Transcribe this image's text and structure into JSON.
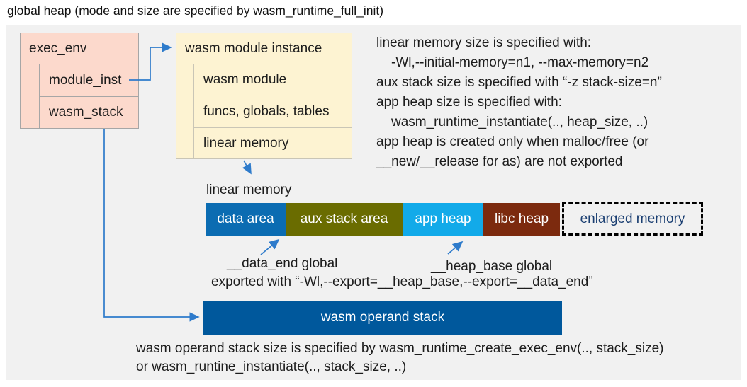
{
  "title": "global heap (mode and size are specified by wasm_runtime_full_init)",
  "exec_env_box": {
    "header": "exec_env",
    "rows": [
      "module_inst",
      "wasm_stack"
    ]
  },
  "module_instance_box": {
    "header": "wasm module instance",
    "rows": [
      "wasm module",
      "funcs, globals, tables",
      "linear memory"
    ]
  },
  "notes": [
    "linear memory size is specified with:",
    "-Wl,--initial-memory=n1, --max-memory=n2",
    "aux stack size is specified with “-z stack-size=n”",
    "app heap size is specified with:",
    "wasm_runtime_instantiate(.., heap_size, ..)",
    "app heap is created only when malloc/free (or",
    "__new/__release for as) are not exported"
  ],
  "linear_memory": {
    "label": "linear memory",
    "segments": [
      {
        "label": "data area",
        "color": "#0b6cb2"
      },
      {
        "label": "aux stack area",
        "color": "#6a6c00"
      },
      {
        "label": "app heap",
        "color": "#12aae9"
      },
      {
        "label": "libc heap",
        "color": "#7c2a0e"
      }
    ],
    "enlarged_label": "enlarged memory"
  },
  "globals": {
    "data_end": "__data_end global",
    "heap_base": "__heap_base global",
    "exported": "exported with “-Wl,--export=__heap_base,--export=__data_end”"
  },
  "operand_stack": {
    "label": "wasm operand stack"
  },
  "footer": {
    "line1": "wasm operand stack size is specified by wasm_runtime_create_exec_env(.., stack_size)",
    "line2": "or wasm_runtine_instantiate(.., stack_size, ..)"
  },
  "colors": {
    "arrow": "#2e7bcb",
    "panel_bg": "#f1f1f1",
    "pink_box": "#fcd9cc",
    "cream_box": "#fdf3d2",
    "operand_bar": "#00589c",
    "enlarged_text": "#1b3f72"
  }
}
